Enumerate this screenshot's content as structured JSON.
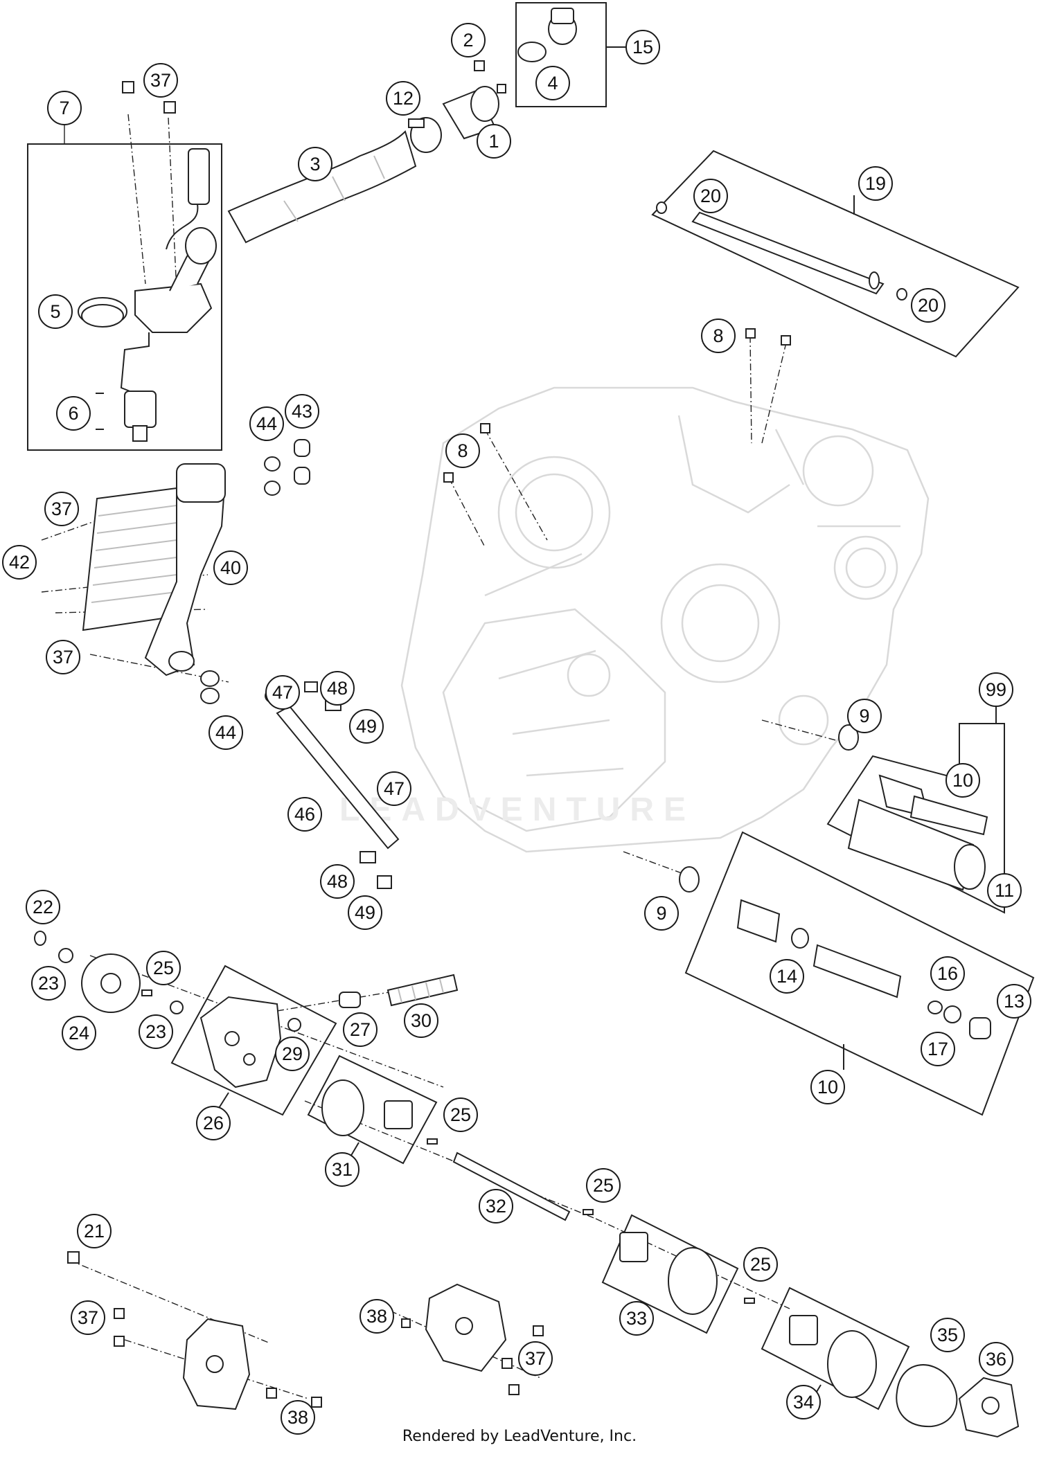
{
  "credit": "Rendered by LeadVenture, Inc.",
  "watermark": "LEADVENTURE",
  "callouts": [
    "1",
    "2",
    "3",
    "4",
    "5",
    "6",
    "7",
    "8",
    "8",
    "9",
    "9",
    "10",
    "10",
    "10",
    "11",
    "12",
    "13",
    "14",
    "15",
    "16",
    "17",
    "19",
    "20",
    "20",
    "21",
    "22",
    "23",
    "23",
    "24",
    "25",
    "25",
    "25",
    "25",
    "26",
    "27",
    "29",
    "30",
    "31",
    "32",
    "33",
    "34",
    "35",
    "36",
    "37",
    "37",
    "37",
    "37",
    "37",
    "37",
    "38",
    "38",
    "40",
    "42",
    "43",
    "44",
    "44",
    "46",
    "47",
    "47",
    "48",
    "48",
    "49",
    "49",
    "99"
  ]
}
